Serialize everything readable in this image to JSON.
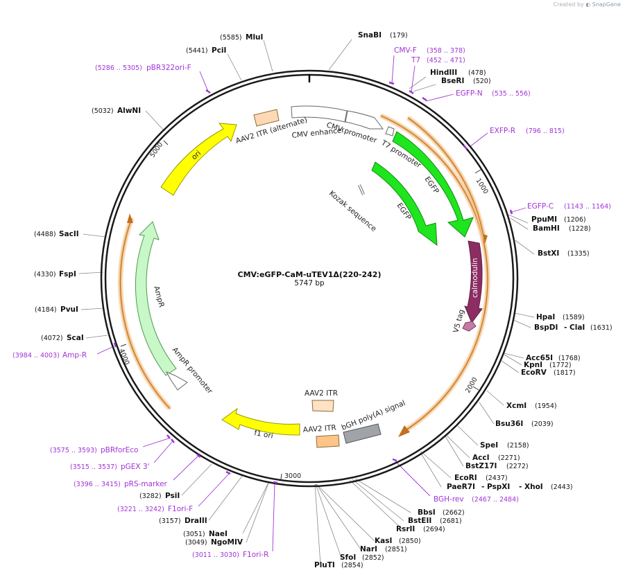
{
  "credit": {
    "prefix": "Created by",
    "brand": "SnapGene"
  },
  "title": "CMV:eGFP-CaM-uTEV1Δ(220-242)",
  "length_label": "5747 bp",
  "colors": {
    "primer": "#a033d6",
    "ori": "#ffff00",
    "egfp": "#1ee51e",
    "calmodulin": "#8c2d63",
    "v5": "#c47ba6",
    "ampr": "#c8f7c8",
    "itr": "#ffd9b3",
    "polyA": "#a0a4a8",
    "orf": "#f2c38a"
  },
  "ticks": [
    "1000",
    "2000",
    "3000",
    "4000",
    "5000"
  ],
  "features": [
    {
      "name": "CMV enhancer"
    },
    {
      "name": "CMV promoter"
    },
    {
      "name": "T7 promoter"
    },
    {
      "name": "EGFP"
    },
    {
      "name": "EGFP"
    },
    {
      "name": "Kozak sequence"
    },
    {
      "name": "calmodulin"
    },
    {
      "name": "V5 tag"
    },
    {
      "name": "AAV2 ITR (alternate)"
    },
    {
      "name": "ori"
    },
    {
      "name": "AmpR"
    },
    {
      "name": "AmpR promoter"
    },
    {
      "name": "f1 ori"
    },
    {
      "name": "AAV2 ITR"
    },
    {
      "name": "AAV2 ITR"
    },
    {
      "name": "bGH poly(A) signal"
    }
  ],
  "sites": [
    {
      "name": "MluI",
      "pos": "(5585)"
    },
    {
      "name": "PciI",
      "pos": "(5441)"
    },
    {
      "name": "SnaBI",
      "pos": "(179)"
    },
    {
      "name": "HindIII",
      "pos": "(478)"
    },
    {
      "name": "BseRI",
      "pos": "(520)"
    },
    {
      "name": "AlwNI",
      "pos": "(5032)"
    },
    {
      "name": "PpuMI",
      "pos": "(1206)"
    },
    {
      "name": "BamHI",
      "pos": "(1228)"
    },
    {
      "name": "BstXI",
      "pos": "(1335)"
    },
    {
      "name": "SacII",
      "pos": "(4488)"
    },
    {
      "name": "FspI",
      "pos": "(4330)"
    },
    {
      "name": "PvuI",
      "pos": "(4184)"
    },
    {
      "name": "ScaI",
      "pos": "(4072)"
    },
    {
      "name": "HpaI",
      "pos": "(1589)"
    },
    {
      "name": "BspDI",
      "pos": "(1631)"
    },
    {
      "name": "Acc65I",
      "pos": "(1768)"
    },
    {
      "name": "KpnI",
      "pos": "(1772)"
    },
    {
      "name": "EcoRV",
      "pos": "(1817)"
    },
    {
      "name": "XcmI",
      "pos": "(1954)"
    },
    {
      "name": "Bsu36I",
      "pos": "(2039)"
    },
    {
      "name": "SpeI",
      "pos": "(2158)"
    },
    {
      "name": "AccI",
      "pos": "(2271)"
    },
    {
      "name": "BstZ17I",
      "pos": "(2272)"
    },
    {
      "name": "EcoRI",
      "pos": "(2437)"
    },
    {
      "name": "PaeR7I",
      "pos": "(2443)"
    },
    {
      "name": "BbsI",
      "pos": "(2662)"
    },
    {
      "name": "BstEII",
      "pos": "(2681)"
    },
    {
      "name": "RsrII",
      "pos": "(2694)"
    },
    {
      "name": "KasI",
      "pos": "(2850)"
    },
    {
      "name": "NarI",
      "pos": "(2851)"
    },
    {
      "name": "SfoI",
      "pos": "(2852)"
    },
    {
      "name": "PluTI",
      "pos": "(2854)"
    },
    {
      "name": "PsiI",
      "pos": "(3282)"
    },
    {
      "name": "DraIII",
      "pos": "(3157)"
    },
    {
      "name": "NaeI",
      "pos": "(3051)"
    },
    {
      "name": "NgoMIV",
      "pos": "(3049)"
    }
  ],
  "site_extras": {
    "cla": "- ClaI",
    "xho": "- XhoI",
    "pspxi": "- PspXI"
  },
  "primers": [
    {
      "name": "CMV-F",
      "pos": "(358 .. 378)"
    },
    {
      "name": "T7",
      "pos": "(452 .. 471)"
    },
    {
      "name": "EGFP-N",
      "pos": "(535 .. 556)"
    },
    {
      "name": "pBR322ori-F",
      "pos": "(5286 .. 5305)"
    },
    {
      "name": "EXFP-R",
      "pos": "(796 .. 815)"
    },
    {
      "name": "EGFP-C",
      "pos": "(1143 .. 1164)"
    },
    {
      "name": "Amp-R",
      "pos": "(3984 .. 4003)"
    },
    {
      "name": "pBRforEco",
      "pos": "(3575 .. 3593)"
    },
    {
      "name": "pGEX 3'",
      "pos": "(3515 .. 3537)"
    },
    {
      "name": "pRS-marker",
      "pos": "(3396 .. 3415)"
    },
    {
      "name": "F1ori-F",
      "pos": "(3221 .. 3242)"
    },
    {
      "name": "F1ori-R",
      "pos": "(3011 .. 3030)"
    },
    {
      "name": "BGH-rev",
      "pos": "(2467 .. 2484)"
    }
  ]
}
